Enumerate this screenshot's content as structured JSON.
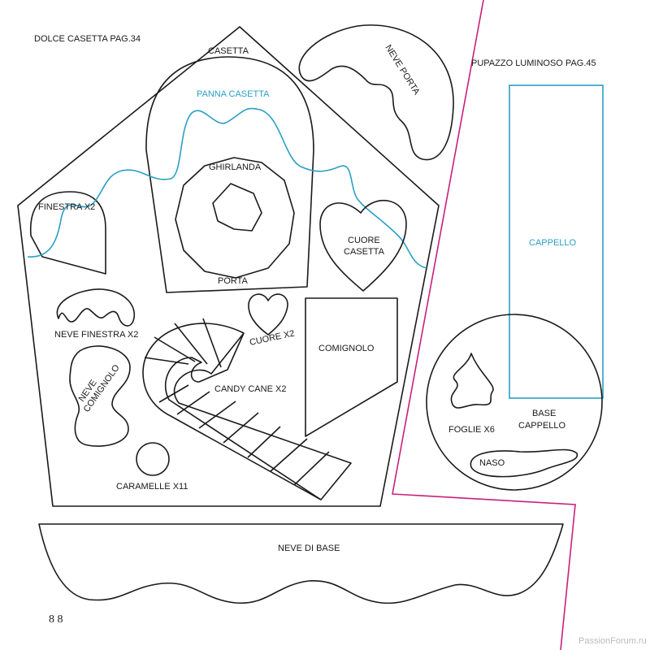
{
  "headings": {
    "left": "DOLCE CASETTA PAG.34",
    "right": "PUPAZZO LUMINOSO PAG.45"
  },
  "pieces": {
    "casetta": "CASETTA",
    "panna_casetta": "PANNA CASETTA",
    "ghirlanda": "GHIRLANDA",
    "finestra": "FINESTRA X2",
    "porta": "PORTA",
    "cuore_casetta_1": "CUORE",
    "cuore_casetta_2": "CASETTA",
    "neve_porta": "NEVE PORTA",
    "neve_finestra": "NEVE FINESTRA X2",
    "neve_comignolo_1": "NEVE",
    "neve_comignolo_2": "COMIGNOLO",
    "cuore": "CUORE X2",
    "comignolo": "COMIGNOLO",
    "candy_cane": "CANDY CANE X2",
    "caramelle": "CARAMELLE X11",
    "neve_di_base": "NEVE DI BASE",
    "cappello": "CAPPELLO",
    "foglie": "FOGLIE X6",
    "base_cappello_1": "BASE",
    "base_cappello_2": "CAPPELLO",
    "naso": "NASO"
  },
  "page_number": "8 8",
  "watermark": "PassionForum.ru",
  "colors": {
    "outline": "#1a1a1a",
    "accent_blue": "#2a9fc4",
    "cut_line": "#c8207c"
  }
}
